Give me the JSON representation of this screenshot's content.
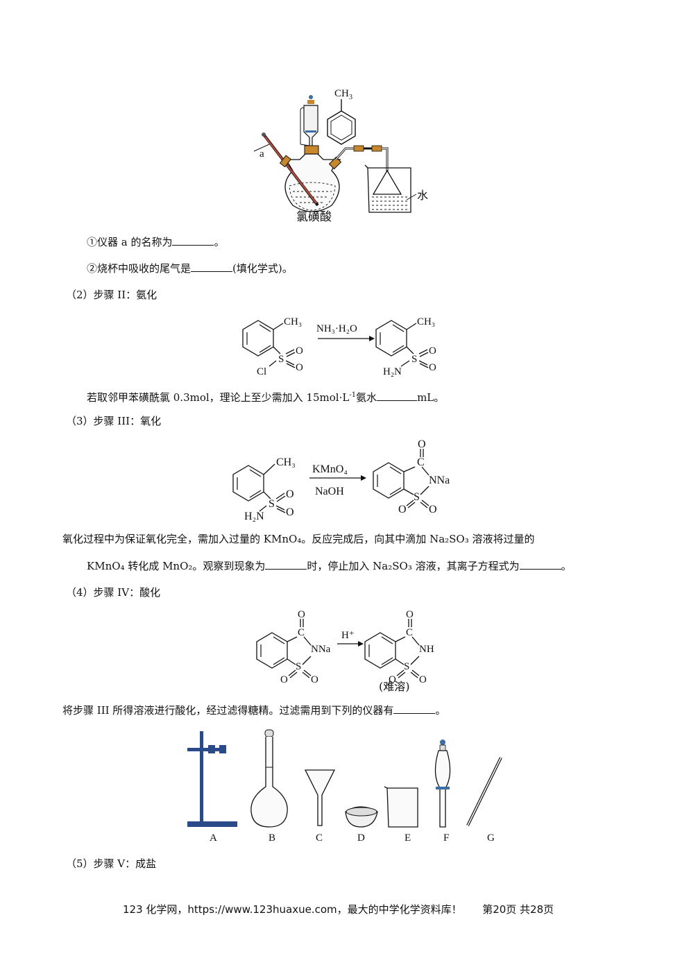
{
  "apparatus": {
    "label_a": "a",
    "label_ch3": "CH",
    "label_ch3_sub": "3",
    "label_reagent": "氯磺酸",
    "label_water": "水"
  },
  "q1": {
    "item1": "①仪器 a 的名称为",
    "item1_end": "。",
    "item2": "②烧杯中吸收的尾气是",
    "item2_end": "(填化学式)。"
  },
  "step2": {
    "heading": "（2）步骤 II：氨化",
    "reagent": "NH₃·H₂O",
    "sentence_pre": "若取邻甲苯磺酰氯 0.3mol，理论上至少需加入 15mol·L",
    "sentence_sup": "-1",
    "sentence_mid": "氨水",
    "sentence_end": "mL。"
  },
  "step3": {
    "heading": "（3）步骤 III：氧化",
    "reagent_top": "KMnO₄",
    "reagent_bottom": "NaOH",
    "line1": "氧化过程中为保证氧化完全，需加入过量的 KMnO₄。反应完成后，向其中滴加 Na₂SO₃ 溶液将过量的",
    "line2_a": "KMnO₄ 转化成 MnO₂。观察到现象为",
    "line2_b": "时，停止加入 Na₂SO₃ 溶液，其离子方程式为",
    "line2_end": "。"
  },
  "step4": {
    "heading": "（4）步骤 IV：酸化",
    "reagent": "H⁺",
    "note": "(难溶)",
    "sentence": "将步骤 III 所得溶液进行酸化，经过滤得糖精。过滤需用到下列的仪器有",
    "sentence_end": "。",
    "labels": [
      "A",
      "B",
      "C",
      "D",
      "E",
      "F",
      "G"
    ]
  },
  "step5": {
    "heading": "（5）步骤 V：成盐"
  },
  "chem": {
    "CH3": "CH₃",
    "S": "S",
    "O": "O",
    "Cl": "Cl",
    "H2N": "H₂N",
    "C": "C",
    "NNa": "NNa",
    "NH": "NH"
  },
  "footer": {
    "text": "123 化学网，https://www.123huaxue.com，最大的中学化学资料库！",
    "page": "第20页 共28页"
  }
}
